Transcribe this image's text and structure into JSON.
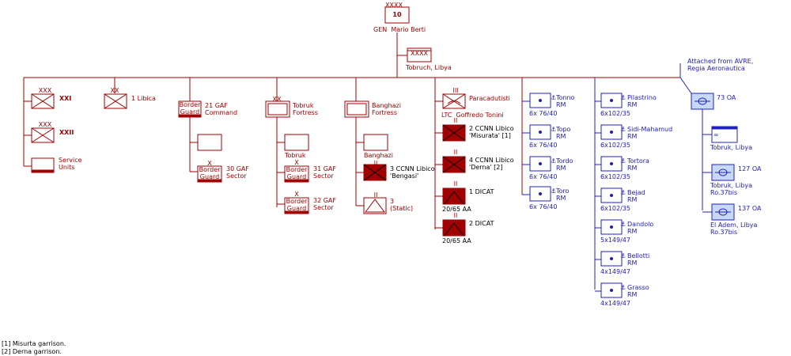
{
  "colors": {
    "army": "#a00000",
    "navy": "#2020c0",
    "air": "#2020c0",
    "fill_dark": "#a00000",
    "fill_light": "#c8d8f8"
  },
  "hq": {
    "echelon": "XXXX",
    "number": "10",
    "commander": "GEN  Mario Berti",
    "location": "Tobruch, Libya",
    "hq_echelon": "XXXX"
  },
  "corps": [
    {
      "echelon": "XXX",
      "label": "XXI"
    },
    {
      "echelon": "XXX",
      "label": "XXII"
    }
  ],
  "service_units": "Service\nUnits",
  "libica": {
    "echelon": "XX",
    "label": "1 Libica"
  },
  "gaf21": {
    "box": "Border\nGuard",
    "label": "21 GAF\nCommand",
    "sub": {
      "box": "Border\nGuard",
      "label": "30 GAF\nSector",
      "echelon": "X"
    }
  },
  "tobruk_fortress": {
    "echelon": "XX",
    "label": "Tobruk\nFortress",
    "hq_label": "Tobruk",
    "sectors": [
      {
        "box": "Border\nGuard",
        "label": "31 GAF\nSector",
        "echelon": "X"
      },
      {
        "box": "Border\nGuard",
        "label": "32 GAF\nSector",
        "echelon": "X"
      }
    ]
  },
  "banghazi_fortress": {
    "label": "Banghazi\nFortress",
    "hq_label": "Banghazi",
    "units": [
      {
        "echelon": "II",
        "label": "3 CCNN Libico\n'Bengasi'"
      },
      {
        "echelon": "II",
        "label": "3\n(Static)"
      }
    ]
  },
  "para": {
    "echelon": "III",
    "label": "Paracadutisti",
    "commander": "LTC  Goffredo Tonini",
    "units": [
      {
        "echelon": "II",
        "label": "2 CCNN Libico\n'Misurata' [1]"
      },
      {
        "echelon": "II",
        "label": "4 CCNN Libico\n'Derna' [2]"
      },
      {
        "echelon": "II",
        "label": "1 DICAT",
        "sub": "20/65 AA"
      },
      {
        "echelon": "II",
        "label": "2 DICAT",
        "sub": "20/65 AA"
      }
    ]
  },
  "navy_col1": [
    {
      "name": "Tonno\nRM",
      "arms": "6x 76/40"
    },
    {
      "name": "Topo\nRM",
      "arms": "6x 76/40"
    },
    {
      "name": "Tordo\nRM",
      "arms": "6x 76/40"
    },
    {
      "name": "Toro\nRM",
      "arms": "6x 76/40"
    }
  ],
  "navy_col2": [
    {
      "name": "Pilastrino\nRM",
      "arms": "6x102/35"
    },
    {
      "name": "Sidi-Mahamud\nRM",
      "arms": "6x102/35"
    },
    {
      "name": "Tortora\nRM",
      "arms": "6x102/35"
    },
    {
      "name": "Bejad\nRM",
      "arms": "6x102/35"
    },
    {
      "name": "Dandolo\nRM",
      "arms": "5x149/47"
    },
    {
      "name": "Bellotti\nRM",
      "arms": "4x149/47"
    },
    {
      "name": "Grasso\nRM",
      "arms": "4x149/47"
    }
  ],
  "air": {
    "note": "Attached from AVRE,\nRegia Aeronautica",
    "hq_label": "73 OA",
    "hq_loc": "Tobruk, Libya",
    "units": [
      {
        "label": "127 OA",
        "loc": "Tobruk, Libya\nRo.37bis"
      },
      {
        "label": "137 OA",
        "loc": "El Adem, Libya\nRo.37bis"
      }
    ]
  },
  "footnotes": [
    "[1] Misurta garrison.",
    "[2] Derna garrison."
  ]
}
